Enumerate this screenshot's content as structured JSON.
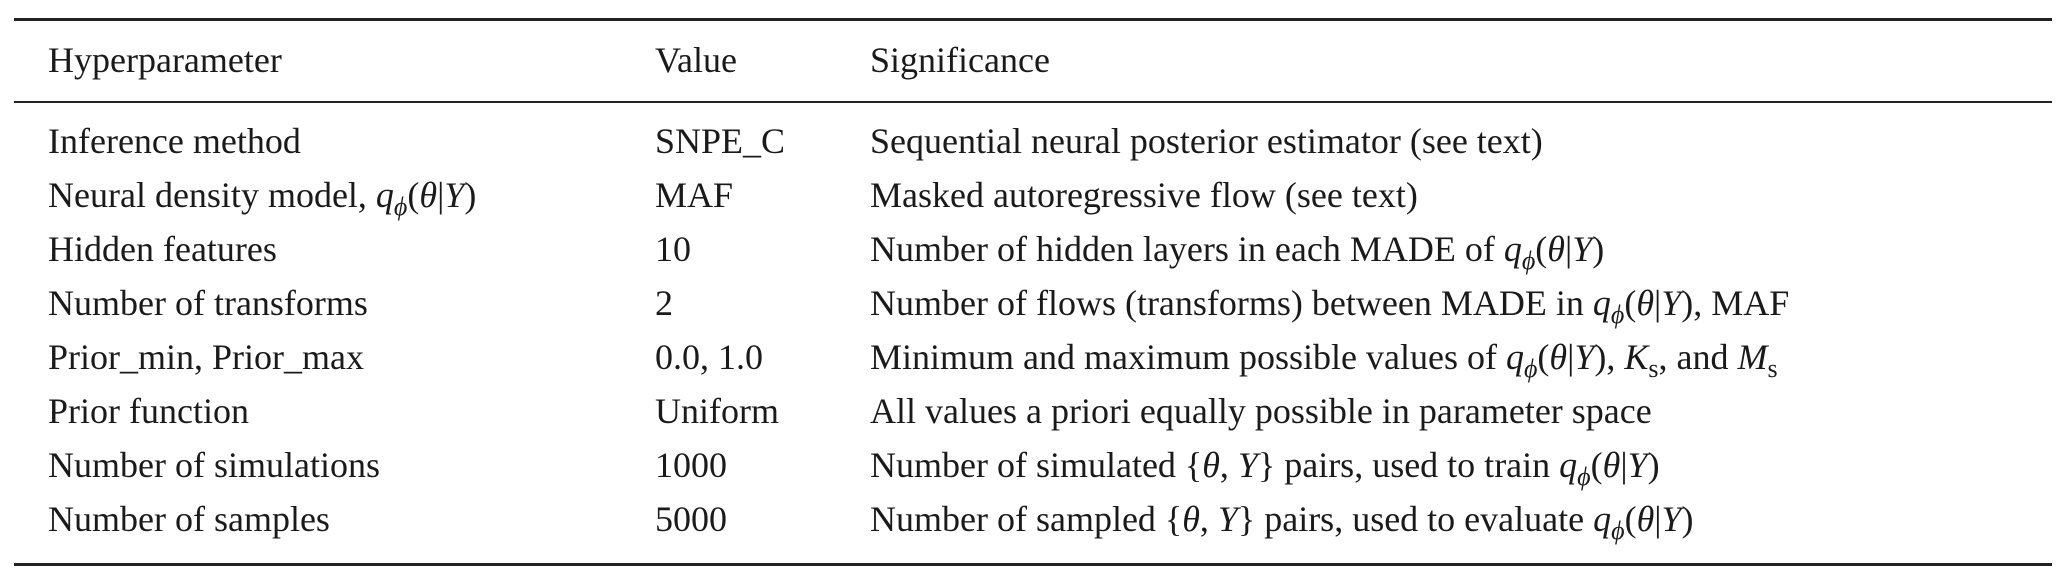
{
  "table": {
    "headers": [
      "Hyperparameter",
      "Value",
      "Significance"
    ],
    "rows": [
      {
        "hyperparameter": "Inference method",
        "value": "SNPE_C",
        "significance": "Sequential neural posterior estimator (see text)"
      },
      {
        "hyperparameter": "Neural density model, qϕ(θ|Y)",
        "value": "MAF",
        "significance": "Masked autoregressive flow (see text)"
      },
      {
        "hyperparameter": "Hidden features",
        "value": "10",
        "significance": "Number of hidden layers in each MADE of qϕ(θ|Y)"
      },
      {
        "hyperparameter": "Number of transforms",
        "value": "2",
        "significance": "Number of flows (transforms) between MADE in qϕ(θ|Y), MAF"
      },
      {
        "hyperparameter": "Prior_min, Prior_max",
        "value": "0.0, 1.0",
        "significance": "Minimum and maximum possible values of qϕ(θ|Y), Ks, and Ms"
      },
      {
        "hyperparameter": "Prior function",
        "value": "Uniform",
        "significance": "All values a priori equally possible in parameter space"
      },
      {
        "hyperparameter": "Number of simulations",
        "value": "1000",
        "significance": "Number of simulated {θ, Y} pairs, used to train qϕ(θ|Y)"
      },
      {
        "hyperparameter": "Number of samples",
        "value": "5000",
        "significance": "Number of sampled {θ, Y} pairs, used to evaluate qϕ(θ|Y)"
      }
    ]
  }
}
